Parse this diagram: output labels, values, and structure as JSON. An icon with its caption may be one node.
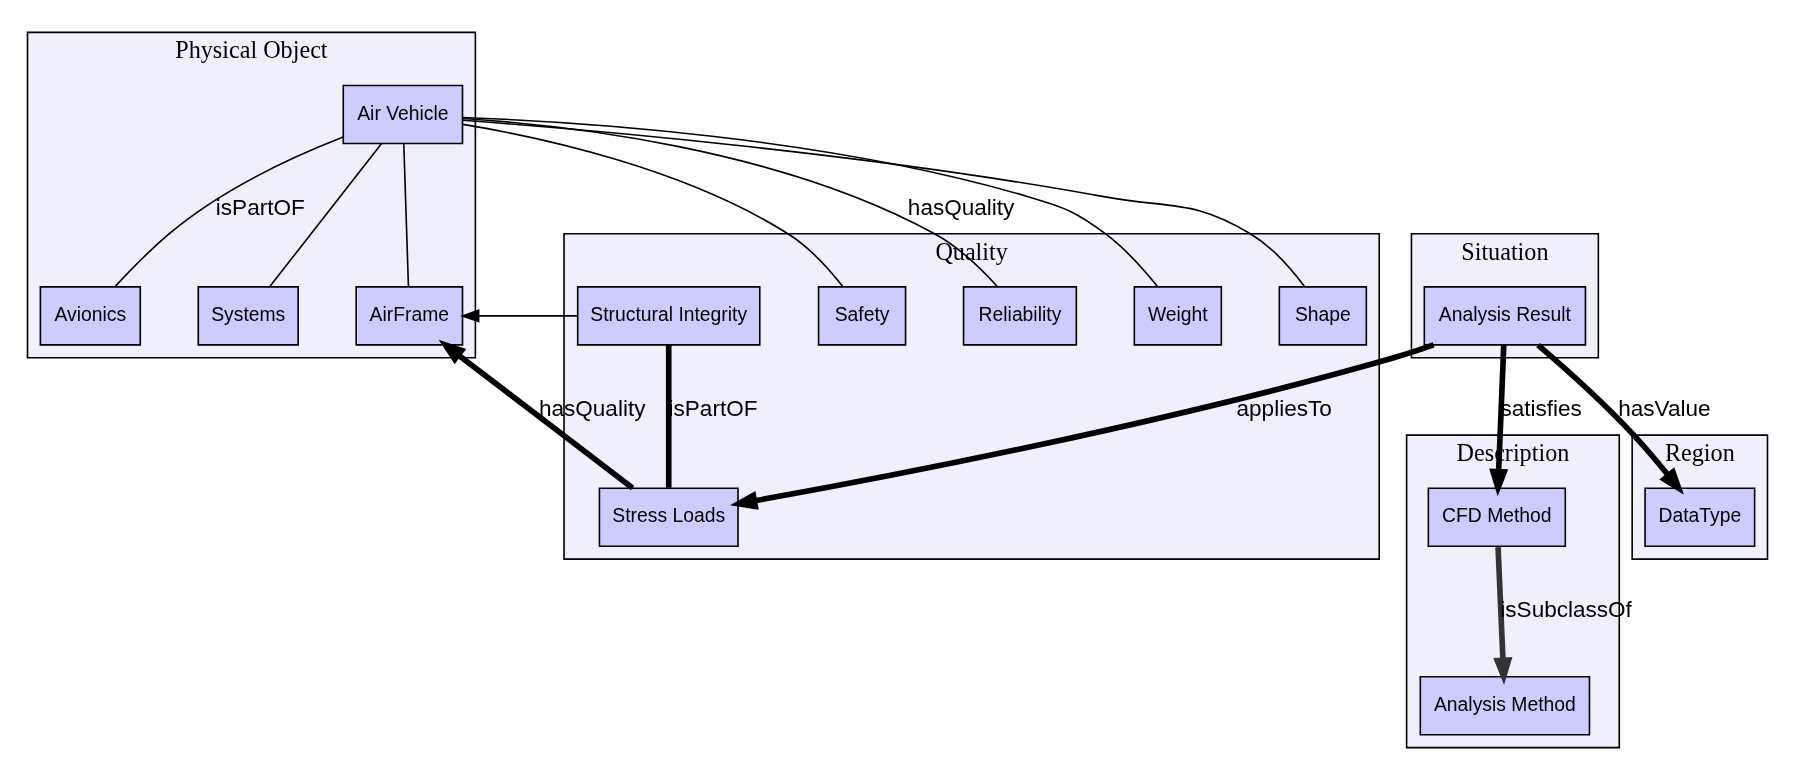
{
  "diagram": {
    "nodes": [
      {
        "text": [
          "Physical Object"
        ]
      },
      {
        "text": [
          "Air Vehicle"
        ],
        "in": 0
      },
      {
        "text": [
          "Avionics"
        ],
        "in": 0
      },
      {
        "text": [
          "Systems"
        ],
        "in": 0
      },
      {
        "text": [
          "AirFrame"
        ],
        "in": 0
      },
      {
        "text": [
          "Quality"
        ]
      },
      {
        "text": [
          "Safety"
        ],
        "in": 5
      },
      {
        "text": [
          "Reliability"
        ],
        "in": 5
      },
      {
        "text": [
          "Weight"
        ],
        "in": 5
      },
      {
        "text": [
          "Shape"
        ],
        "in": 5
      },
      {
        "text": [
          "Structural Integrity"
        ],
        "in": 5
      },
      {
        "text": [
          "Stress Loads"
        ],
        "in": 5
      },
      {
        "text": [
          "Description"
        ]
      },
      {
        "text": [
          "Analysis Method"
        ],
        "in": 12
      },
      {
        "text": [
          "CFD Method"
        ],
        "in": 12
      },
      {
        "text": [
          "Region"
        ]
      },
      {
        "text": [
          "DataType"
        ],
        "in": 15
      },
      {
        "text": [
          "Situation"
        ]
      },
      {
        "text": [
          "Analysis Result"
        ],
        "in": 17
      }
    ],
    "edges": [
      {
        "from": 1,
        "to": 2,
        "arrow": "none",
        "label": "isPartOF"
      },
      {
        "from": 1,
        "to": 3,
        "arrow": "none"
      },
      {
        "from": 1,
        "to": 4,
        "arrow": "none"
      },
      {
        "from": 1,
        "to": 6,
        "arrow": "none"
      },
      {
        "from": 1,
        "to": 7,
        "arrow": "none",
        "label": "hasQuality"
      },
      {
        "from": 1,
        "to": 8,
        "arrow": "none"
      },
      {
        "from": 1,
        "to": 9,
        "arrow": "none"
      },
      {
        "from": 10,
        "to": 4,
        "arrow": "to"
      },
      {
        "from": 11,
        "to": 4,
        "arrow": "to",
        "style": "thick",
        "label": "hasQuality"
      },
      {
        "from": 10,
        "to": 11,
        "arrow": "none",
        "style": "thick",
        "label": "isPartOF"
      },
      {
        "from": 14,
        "to": 13,
        "arrow": "to",
        "style": "thick",
        "color": "#333333",
        "label": "isSubclassOf"
      },
      {
        "from": 18,
        "to": 14,
        "arrow": "to",
        "style": "thick",
        "label": "satisfies"
      },
      {
        "from": 18,
        "to": 11,
        "arrow": "to",
        "style": "thick",
        "label": "appliesTo"
      },
      {
        "from": 18,
        "to": 16,
        "arrow": "to",
        "style": "thick",
        "label": "hasValue"
      }
    ]
  }
}
